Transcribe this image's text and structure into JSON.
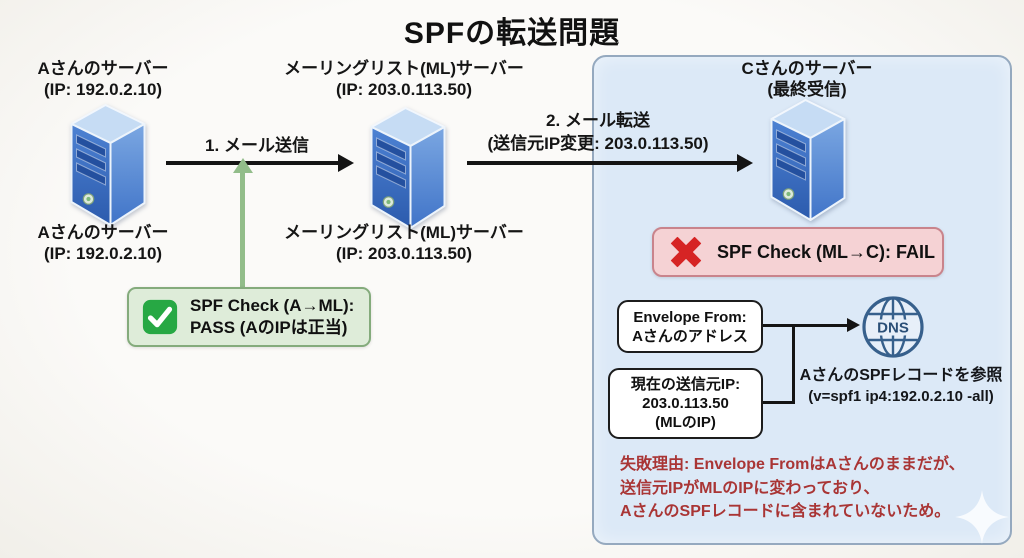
{
  "title": "SPFの転送問題",
  "servers": {
    "a": {
      "name": "Aさんのサーバー",
      "detail": "(IP: 192.0.2.10)"
    },
    "ml": {
      "name": "メーリングリスト(ML)サーバー",
      "detail": "(IP: 203.0.113.50)"
    },
    "c": {
      "name": "Cさんのサーバー",
      "detail": "(最終受信)"
    }
  },
  "arrows": {
    "step1_label": "1. メール送信",
    "step2_label": "2. メール転送",
    "step2_sublabel": "(送信元IP変更: 203.0.113.50)"
  },
  "spf_pass": {
    "line1": "SPF Check (A→ML):",
    "line2": "PASS (AのIPは正当)"
  },
  "spf_fail": {
    "label": "SPF Check (ML→C): FAIL"
  },
  "panel": {
    "envelope_from": {
      "line1": "Envelope From:",
      "line2": "Aさんのアドレス"
    },
    "current_ip": {
      "line1": "現在の送信元IP:",
      "line2": "203.0.113.50",
      "line3": "(MLのIP)"
    },
    "dns_label": "DNS",
    "dns_caption_line1": "AさんのSPFレコードを参照",
    "dns_caption_line2": "(v=spf1 ip4:192.0.2.10 -all)",
    "failure_reason": {
      "line1": "失敗理由: Envelope FromはAさんのままだが、",
      "line2": "送信元IPがMLのIPに変わっており、",
      "line3": "AさんのSPFレコードに含まれていないため。"
    }
  },
  "colors": {
    "pass_bg": "#deecd9",
    "pass_border": "#84ab7c",
    "fail_bg": "#f5d2d4",
    "fail_border": "#c9848c",
    "panel_bg": "#dce9f7",
    "panel_border": "#95a9bf",
    "failure_text": "#a93535",
    "green_arrow": "#92bd8a",
    "server_front": "#2f5fb2",
    "server_side": "#4377cb",
    "dns_stroke": "#37608c"
  }
}
